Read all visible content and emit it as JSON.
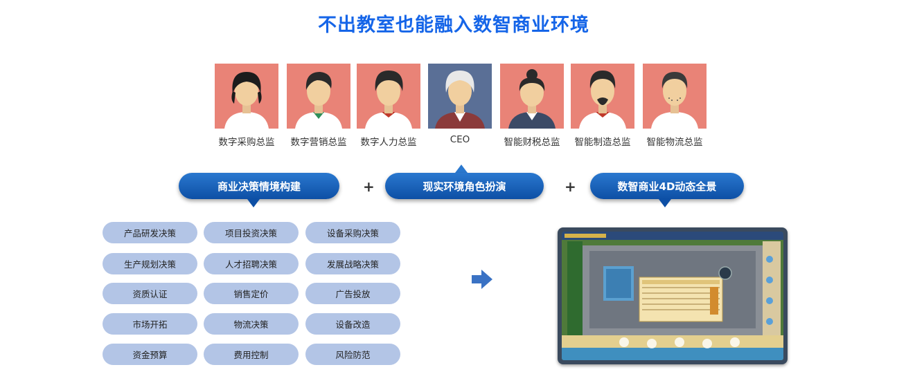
{
  "title": "不出教室也能融入数智商业环境",
  "roles": [
    {
      "label": "数字采购总监",
      "icon": "female-avatar-icon"
    },
    {
      "label": "数字营销总监",
      "icon": "male-avatar-icon"
    },
    {
      "label": "数字人力总监",
      "icon": "female-avatar-icon"
    },
    {
      "label": "CEO",
      "icon": "elder-avatar-icon"
    },
    {
      "label": "智能财税总监",
      "icon": "female-avatar-icon"
    },
    {
      "label": "智能制造总监",
      "icon": "bearded-avatar-icon"
    },
    {
      "label": "智能物流总监",
      "icon": "male-avatar-icon"
    }
  ],
  "modules": [
    {
      "label": "商业决策情境构建"
    },
    {
      "label": "现实环境角色扮演"
    },
    {
      "label": "数智商业4D动态全景"
    }
  ],
  "plus_sign": "+",
  "decisions": [
    "产品研发决策",
    "项目投资决策",
    "设备采购决策",
    "生产规划决策",
    "人才招聘决策",
    "发展战略决策",
    "资质认证",
    "销售定价",
    "广告投放",
    "市场开拓",
    "物流决策",
    "设备改造",
    "资金预算",
    "费用控制",
    "风险防范"
  ],
  "colors": {
    "title": "#1565e8",
    "pill": "#0d4fa5",
    "chip": "#b3c5e6",
    "avatar_bg": "#e98377",
    "ceo_bg": "#5a6f96"
  }
}
